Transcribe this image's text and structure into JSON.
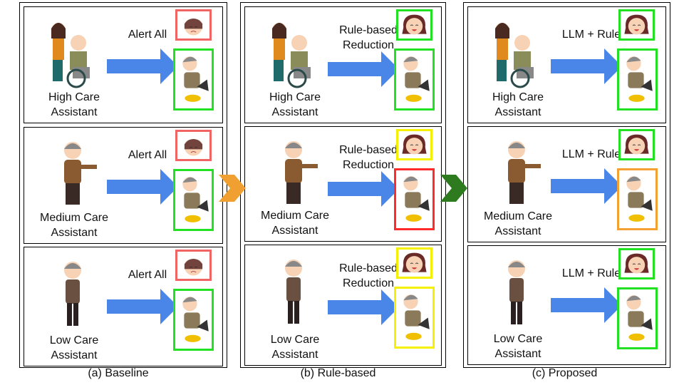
{
  "colors": {
    "arrow": "#4a86e8",
    "red": "#ff2a2a",
    "pink_red": "#f06464",
    "green": "#22e022",
    "yellow": "#f5f000",
    "orange": "#f5a033",
    "chevron_orange": "#f0a030",
    "chevron_green": "#2e7a1e"
  },
  "columns": [
    {
      "caption": "(a) Baseline",
      "rows": [
        {
          "person": "High Care",
          "person2": "Assistant",
          "action": "Alert All",
          "action2": "",
          "alert_color": "pink_red",
          "fall_color": "green",
          "alert_icon": "nurse-sad"
        },
        {
          "person": "Medium Care",
          "person2": "Assistant",
          "action": "Alert All",
          "action2": "",
          "alert_color": "pink_red",
          "fall_color": "green",
          "alert_icon": "nurse-sad"
        },
        {
          "person": "Low Care",
          "person2": "Assistant",
          "action": "Alert All",
          "action2": "",
          "alert_color": "pink_red",
          "fall_color": "green",
          "alert_icon": "nurse-sad"
        }
      ]
    },
    {
      "caption": "(b) Rule-based",
      "rows": [
        {
          "person": "High Care",
          "person2": "Assistant",
          "action": "Rule-based",
          "action2": "Reduction",
          "alert_color": "green",
          "fall_color": "green",
          "alert_icon": "caregiver-smile"
        },
        {
          "person": "Medium Care",
          "person2": "Assistant",
          "action": "Rule-based",
          "action2": "Reduction",
          "alert_color": "yellow",
          "fall_color": "red",
          "alert_icon": "caregiver-smile"
        },
        {
          "person": "Low Care",
          "person2": "Assistant",
          "action": "Rule-based",
          "action2": "Reduction",
          "alert_color": "yellow",
          "fall_color": "yellow",
          "alert_icon": "caregiver-smile"
        }
      ]
    },
    {
      "caption": "(c) Proposed",
      "rows": [
        {
          "person": "High Care",
          "person2": "Assistant",
          "action": "LLM + Rule",
          "action2": "",
          "alert_color": "green",
          "fall_color": "green",
          "alert_icon": "caregiver-smile"
        },
        {
          "person": "Medium Care",
          "person2": "Assistant",
          "action": "LLM + Rule",
          "action2": "",
          "alert_color": "green",
          "fall_color": "orange",
          "alert_icon": "caregiver-smile"
        },
        {
          "person": "Low Care",
          "person2": "Assistant",
          "action": "LLM + Rule",
          "action2": "",
          "alert_color": "green",
          "fall_color": "green",
          "alert_icon": "caregiver-smile"
        }
      ]
    }
  ]
}
